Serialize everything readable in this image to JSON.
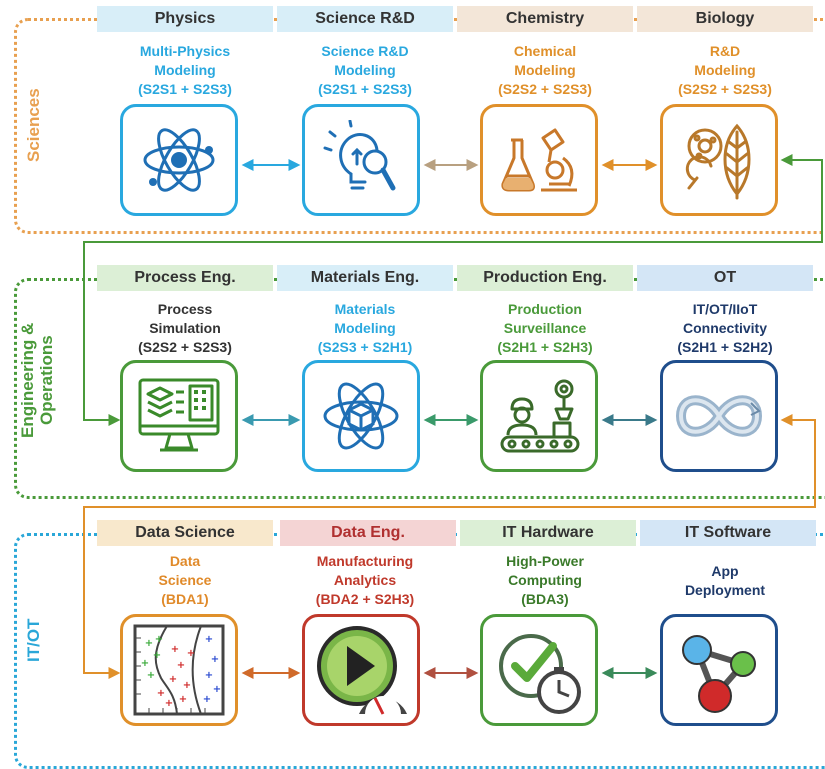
{
  "colors": {
    "sciences": "#e8a050",
    "engineering": "#4a9a3a",
    "itot": "#2aa7d8",
    "physics": "#29a8df",
    "chemistry": "#e0902a",
    "engineering_green": "#4a9a3a",
    "data_science": "#e08a2a",
    "data_eng": "#c0392b",
    "it_software": "#1f4e8c"
  },
  "bands": {
    "sciences": "Sciences",
    "engineering": "Engineering & Operations",
    "itot": "IT/OT"
  },
  "rows": [
    {
      "columns": [
        {
          "header": "Physics",
          "title": [
            "Multi-Physics",
            "Modeling",
            "(S2S1 + S2S3)"
          ],
          "icon": "atom-icon"
        },
        {
          "header": "Science R&D",
          "title": [
            "Science R&D",
            "Modeling",
            "(S2S1 + S2S3)"
          ],
          "icon": "lightbulb-magnifier-icon"
        },
        {
          "header": "Chemistry",
          "title": [
            "Chemical",
            "Modeling",
            "(S2S2 + S2S3)"
          ],
          "icon": "lab-flask-microscope-icon"
        },
        {
          "header": "Biology",
          "title": [
            "R&D",
            "Modeling",
            "(S2S2 + S2S3)"
          ],
          "icon": "leaf-cell-icon"
        }
      ]
    },
    {
      "columns": [
        {
          "header": "Process Eng.",
          "title": [
            "Process",
            "Simulation",
            "(S2S2 + S2S3)"
          ],
          "icon": "monitor-stack-icon"
        },
        {
          "header": "Materials Eng.",
          "title": [
            "Materials",
            "Modeling",
            "(S2S3 + S2H1)"
          ],
          "icon": "atom-cube-icon"
        },
        {
          "header": "Production Eng.",
          "title": [
            "Production",
            "Surveillance",
            "(S2H1 + S2H3)"
          ],
          "icon": "worker-conveyor-icon"
        },
        {
          "header": "OT",
          "title": [
            "IT/OT/IIoT",
            "Connectivity",
            "(S2H1 + S2H2)"
          ],
          "icon": "infinity-loop-icon"
        }
      ]
    },
    {
      "columns": [
        {
          "header": "Data Science",
          "title": [
            "Data",
            "Science",
            "(BDA1)"
          ],
          "icon": "scatter-plot-icon"
        },
        {
          "header": "Data Eng.",
          "title": [
            "Manufacturing",
            "Analytics",
            "(BDA2 + S2H3)"
          ],
          "icon": "play-gauge-icon"
        },
        {
          "header": "IT Hardware",
          "title": [
            "High-Power",
            "Computing",
            "(BDA3)"
          ],
          "icon": "checkmark-clock-icon"
        },
        {
          "header": "IT Software",
          "title": [
            "App",
            "Deployment"
          ],
          "icon": "network-nodes-icon"
        }
      ]
    }
  ]
}
